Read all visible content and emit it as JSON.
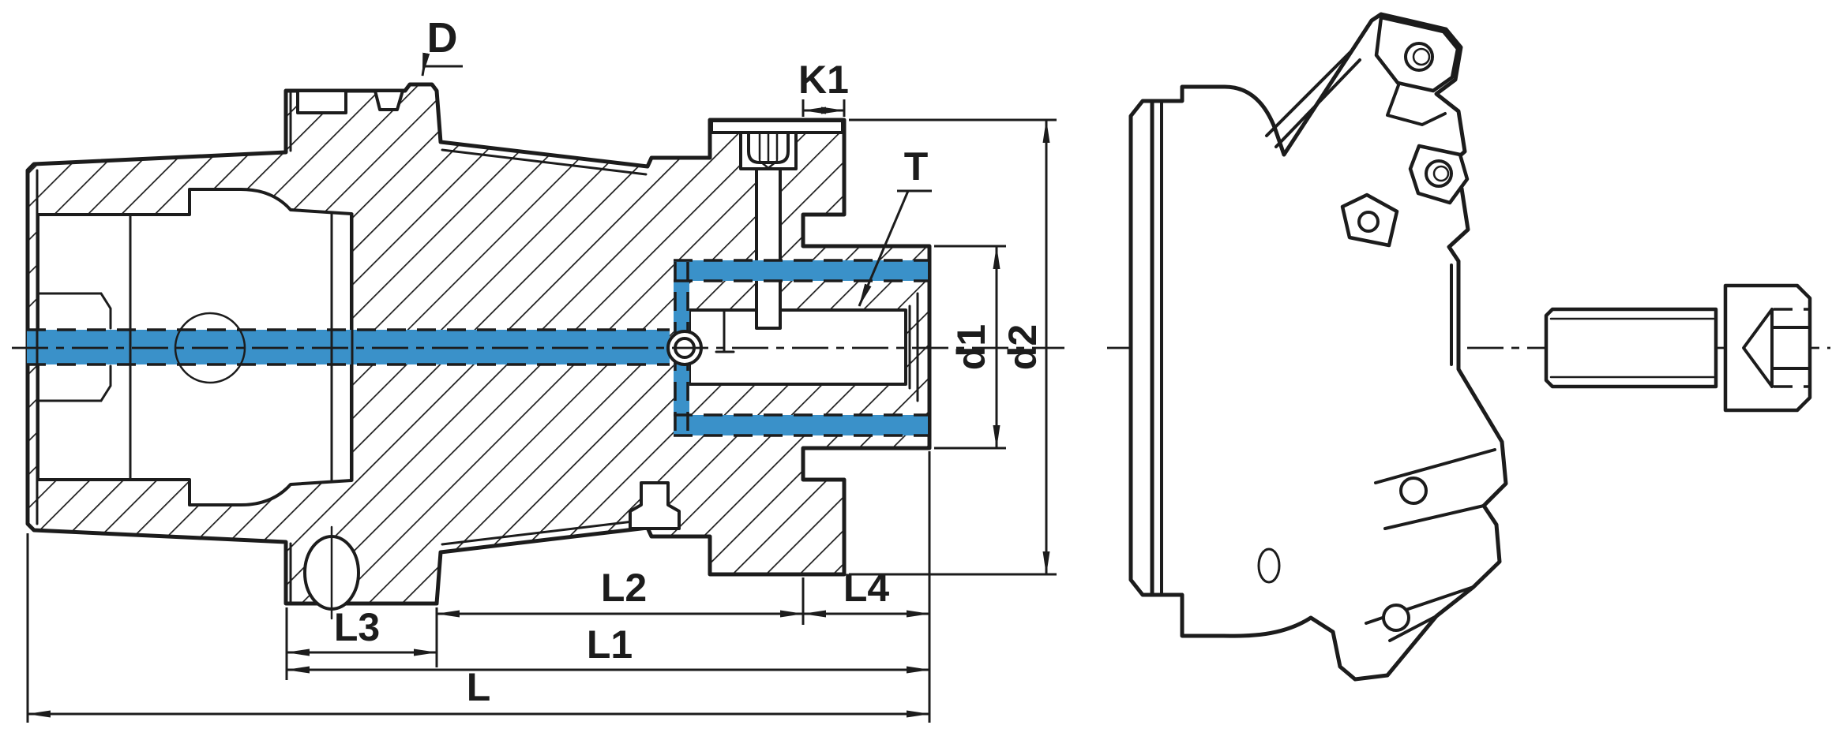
{
  "drawing": {
    "type": "technical-drawing",
    "subject": "Hollow taper shank milling arbor in cross-section with coolant channel, face mill cutter head and clamping screw",
    "colors": {
      "line": "#1c1c1c",
      "coolant": "#3a91c9",
      "background": "#ffffff"
    },
    "labels": {
      "D": "D",
      "K1": "K1",
      "T": "T",
      "d1": "d1",
      "d2": "d2",
      "L": "L",
      "L1": "L1",
      "L2": "L2",
      "L3": "L3",
      "L4": "L4"
    }
  }
}
